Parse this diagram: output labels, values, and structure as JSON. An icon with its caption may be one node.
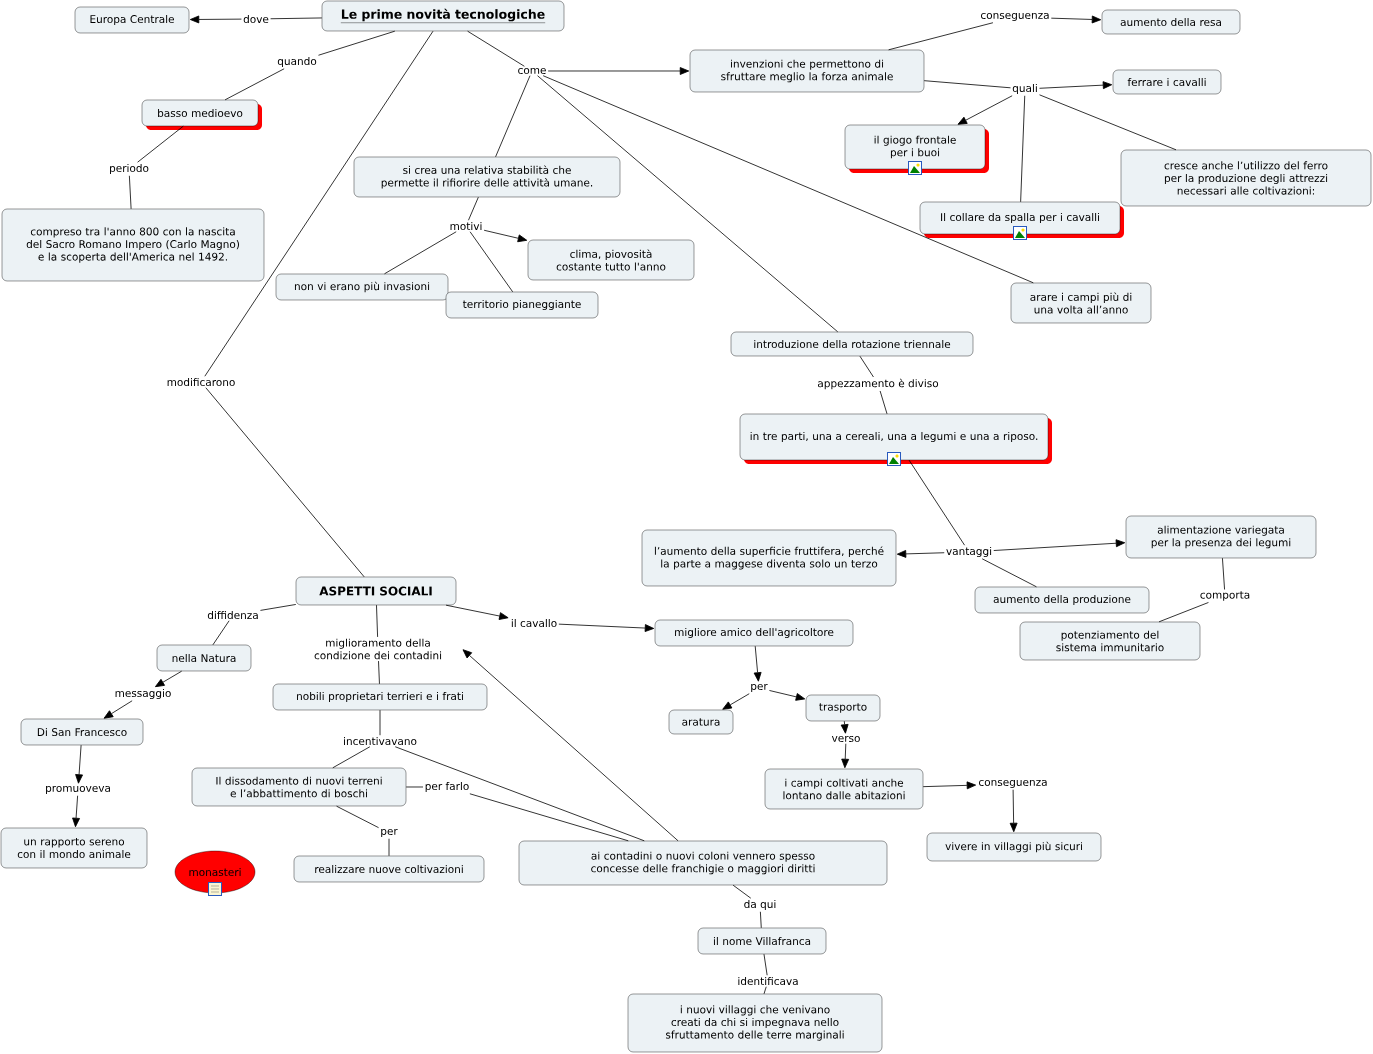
{
  "diagram": {
    "nodes": [
      {
        "text": [
          "Le prime novità tecnologiche"
        ]
      },
      {
        "text": [
          "dove"
        ]
      },
      {
        "text": [
          "Europa Centrale"
        ]
      },
      {
        "text": [
          "quando"
        ]
      },
      {
        "text": [
          "basso medioevo"
        ]
      },
      {
        "text": [
          "periodo"
        ]
      },
      {
        "text": [
          "compreso tra l'anno 800 con la nascita del Sacro Romano Impero (Carlo Magno) e la scoperta dell'America nel 1492."
        ]
      },
      {
        "text": [
          "come"
        ]
      },
      {
        "text": [
          "invenzioni che permettono di sfruttare meglio la forza animale"
        ]
      },
      {
        "text": [
          "conseguenza"
        ]
      },
      {
        "text": [
          "aumento della resa"
        ]
      },
      {
        "text": [
          "quali"
        ]
      },
      {
        "text": [
          "ferrare i cavalli"
        ]
      },
      {
        "text": [
          "il giogo frontale per i buoi"
        ]
      },
      {
        "text": [
          "cresce anche l’utilizzo del ferro per la produzione degli attrezzi necessari alle coltivazioni:"
        ]
      },
      {
        "text": [
          "Il collare da spalla per i cavalli"
        ]
      },
      {
        "text": [
          "arare i campi più di una volta all’anno"
        ]
      },
      {
        "text": [
          "si crea una relativa stabilità che permette il rifiorire delle attività umane."
        ]
      },
      {
        "text": [
          "motivi"
        ]
      },
      {
        "text": [
          "clima, piovosità costante tutto l'anno"
        ]
      },
      {
        "text": [
          "non vi erano più invasioni"
        ]
      },
      {
        "text": [
          "territorio pianeggiante"
        ]
      },
      {
        "text": [
          "introduzione della rotazione triennale"
        ]
      },
      {
        "text": [
          "appezzamento è diviso"
        ]
      },
      {
        "text": [
          "in tre parti, una a cereali, una a legumi e una a riposo."
        ]
      },
      {
        "text": [
          "vantaggi"
        ]
      },
      {
        "text": [
          "l’aumento della superficie fruttifera, perché la parte a maggese diventa solo un terzo"
        ]
      },
      {
        "text": [
          "alimentazione variegata per la presenza dei legumi"
        ]
      },
      {
        "text": [
          "aumento della produzione"
        ]
      },
      {
        "text": [
          "comporta"
        ]
      },
      {
        "text": [
          "potenziamento del sistema immunitario"
        ]
      },
      {
        "text": [
          "modificarono"
        ]
      },
      {
        "text": [
          "ASPETTI SOCIALI"
        ]
      },
      {
        "text": [
          "diffidenza"
        ]
      },
      {
        "text": [
          "nella Natura"
        ]
      },
      {
        "text": [
          "messaggio"
        ]
      },
      {
        "text": [
          "Di San Francesco"
        ]
      },
      {
        "text": [
          "promuoveva"
        ]
      },
      {
        "text": [
          "un rapporto sereno con il mondo animale"
        ]
      },
      {
        "text": [
          "il cavallo"
        ]
      },
      {
        "text": [
          "migliore amico dell'agricoltore"
        ]
      },
      {
        "text": [
          "per"
        ]
      },
      {
        "text": [
          "aratura"
        ]
      },
      {
        "text": [
          "trasporto"
        ]
      },
      {
        "text": [
          "verso"
        ]
      },
      {
        "text": [
          "i campi coltivati anche lontano dalle abitazioni"
        ]
      },
      {
        "text": [
          "conseguenza"
        ]
      },
      {
        "text": [
          "vivere in villaggi più sicuri"
        ]
      },
      {
        "text": [
          "miglioramento della condizione dei contadini"
        ]
      },
      {
        "text": [
          "nobili proprietari terrieri e i frati"
        ]
      },
      {
        "text": [
          "incentivavano"
        ]
      },
      {
        "text": [
          "Il dissodamento di nuovi terreni e l’abbattimento di boschi"
        ]
      },
      {
        "text": [
          "per farlo"
        ]
      },
      {
        "text": [
          "per"
        ]
      },
      {
        "text": [
          "realizzare nuove coltivazioni"
        ]
      },
      {
        "text": [
          "ai contadini o nuovi coloni vennero spesso concesse delle franchigie o maggiori diritti"
        ]
      },
      {
        "text": [
          "da qui"
        ]
      },
      {
        "text": [
          "il nome Villafranca"
        ]
      },
      {
        "text": [
          "identificava"
        ]
      },
      {
        "text": [
          "i nuovi villaggi che venivano creati da chi si impegnava nello sfruttamento delle terre marginali"
        ]
      },
      {
        "text": [
          "monasteri"
        ]
      }
    ],
    "edges": [
      {
        "from": 0,
        "to": 1,
        "arrow": "none"
      },
      {
        "from": 1,
        "to": 2,
        "arrow": "to"
      },
      {
        "from": 0,
        "to": 3,
        "arrow": "none"
      },
      {
        "from": 3,
        "to": 4,
        "arrow": "none"
      },
      {
        "from": 4,
        "to": 5,
        "arrow": "none"
      },
      {
        "from": 5,
        "to": 6,
        "arrow": "none"
      },
      {
        "from": 0,
        "to": 7,
        "arrow": "none"
      },
      {
        "from": 7,
        "to": 8,
        "arrow": "to"
      },
      {
        "from": 7,
        "to": 17,
        "arrow": "none"
      },
      {
        "from": 7,
        "to": 22,
        "arrow": "none"
      },
      {
        "from": 7,
        "to": 16,
        "arrow": "none"
      },
      {
        "from": 8,
        "to": 9,
        "arrow": "none"
      },
      {
        "from": 9,
        "to": 10,
        "arrow": "to"
      },
      {
        "from": 8,
        "to": 11,
        "arrow": "none"
      },
      {
        "from": 11,
        "to": 12,
        "arrow": "to"
      },
      {
        "from": 11,
        "to": 13,
        "arrow": "to"
      },
      {
        "from": 11,
        "to": 15,
        "arrow": "none"
      },
      {
        "from": 11,
        "to": 14,
        "arrow": "none"
      },
      {
        "from": 17,
        "to": 18,
        "arrow": "none"
      },
      {
        "from": 18,
        "to": 19,
        "arrow": "to"
      },
      {
        "from": 18,
        "to": 20,
        "arrow": "none"
      },
      {
        "from": 18,
        "to": 21,
        "arrow": "none"
      },
      {
        "from": 22,
        "to": 23,
        "arrow": "none"
      },
      {
        "from": 23,
        "to": 24,
        "arrow": "none"
      },
      {
        "from": 24,
        "to": 25,
        "arrow": "none"
      },
      {
        "from": 25,
        "to": 26,
        "arrow": "to"
      },
      {
        "from": 25,
        "to": 27,
        "arrow": "to"
      },
      {
        "from": 25,
        "to": 28,
        "arrow": "none"
      },
      {
        "from": 27,
        "to": 29,
        "arrow": "none"
      },
      {
        "from": 29,
        "to": 30,
        "arrow": "none"
      },
      {
        "from": 0,
        "to": 31,
        "arrow": "none"
      },
      {
        "from": 31,
        "to": 32,
        "arrow": "none"
      },
      {
        "from": 32,
        "to": 33,
        "arrow": "none"
      },
      {
        "from": 33,
        "to": 34,
        "arrow": "none"
      },
      {
        "from": 34,
        "to": 35,
        "arrow": "to"
      },
      {
        "from": 35,
        "to": 36,
        "arrow": "to"
      },
      {
        "from": 36,
        "to": 37,
        "arrow": "to"
      },
      {
        "from": 37,
        "to": 38,
        "arrow": "to"
      },
      {
        "from": 32,
        "to": 39,
        "arrow": "to"
      },
      {
        "from": 39,
        "to": 40,
        "arrow": "to"
      },
      {
        "from": 40,
        "to": 41,
        "arrow": "to"
      },
      {
        "from": 41,
        "to": 42,
        "arrow": "to"
      },
      {
        "from": 41,
        "to": 43,
        "arrow": "to"
      },
      {
        "from": 43,
        "to": 44,
        "arrow": "to"
      },
      {
        "from": 44,
        "to": 45,
        "arrow": "to"
      },
      {
        "from": 45,
        "to": 46,
        "arrow": "to"
      },
      {
        "from": 46,
        "to": 47,
        "arrow": "to"
      },
      {
        "from": 32,
        "to": 48,
        "arrow": "none"
      },
      {
        "from": 48,
        "to": 49,
        "arrow": "none"
      },
      {
        "from": 49,
        "to": 50,
        "arrow": "none"
      },
      {
        "from": 50,
        "to": 51,
        "arrow": "none"
      },
      {
        "from": 50,
        "to": 55,
        "arrow": "none"
      },
      {
        "from": 51,
        "to": 52,
        "arrow": "none"
      },
      {
        "from": 52,
        "to": 55,
        "arrow": "none"
      },
      {
        "from": 51,
        "to": 53,
        "arrow": "none"
      },
      {
        "from": 53,
        "to": 54,
        "arrow": "none"
      },
      {
        "from": 55,
        "to": 48,
        "arrow": "to"
      },
      {
        "from": 55,
        "to": 56,
        "arrow": "none"
      },
      {
        "from": 56,
        "to": 57,
        "arrow": "none"
      },
      {
        "from": 57,
        "to": 58,
        "arrow": "none"
      },
      {
        "from": 58,
        "to": 59,
        "arrow": "none"
      }
    ]
  }
}
